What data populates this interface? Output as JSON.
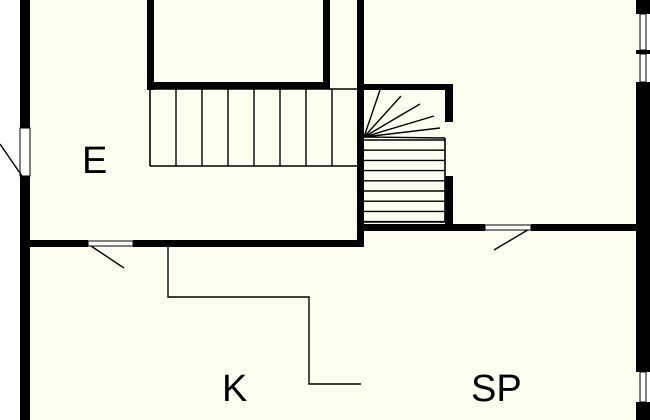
{
  "floor_plan": {
    "rooms": [
      {
        "id": "hall",
        "label": "E"
      },
      {
        "id": "kitchen",
        "label": "K"
      },
      {
        "id": "dining",
        "label": "SP"
      }
    ],
    "colors": {
      "floor": "#fdfdf0",
      "wall": "#000000",
      "background": "#ffffff"
    }
  }
}
